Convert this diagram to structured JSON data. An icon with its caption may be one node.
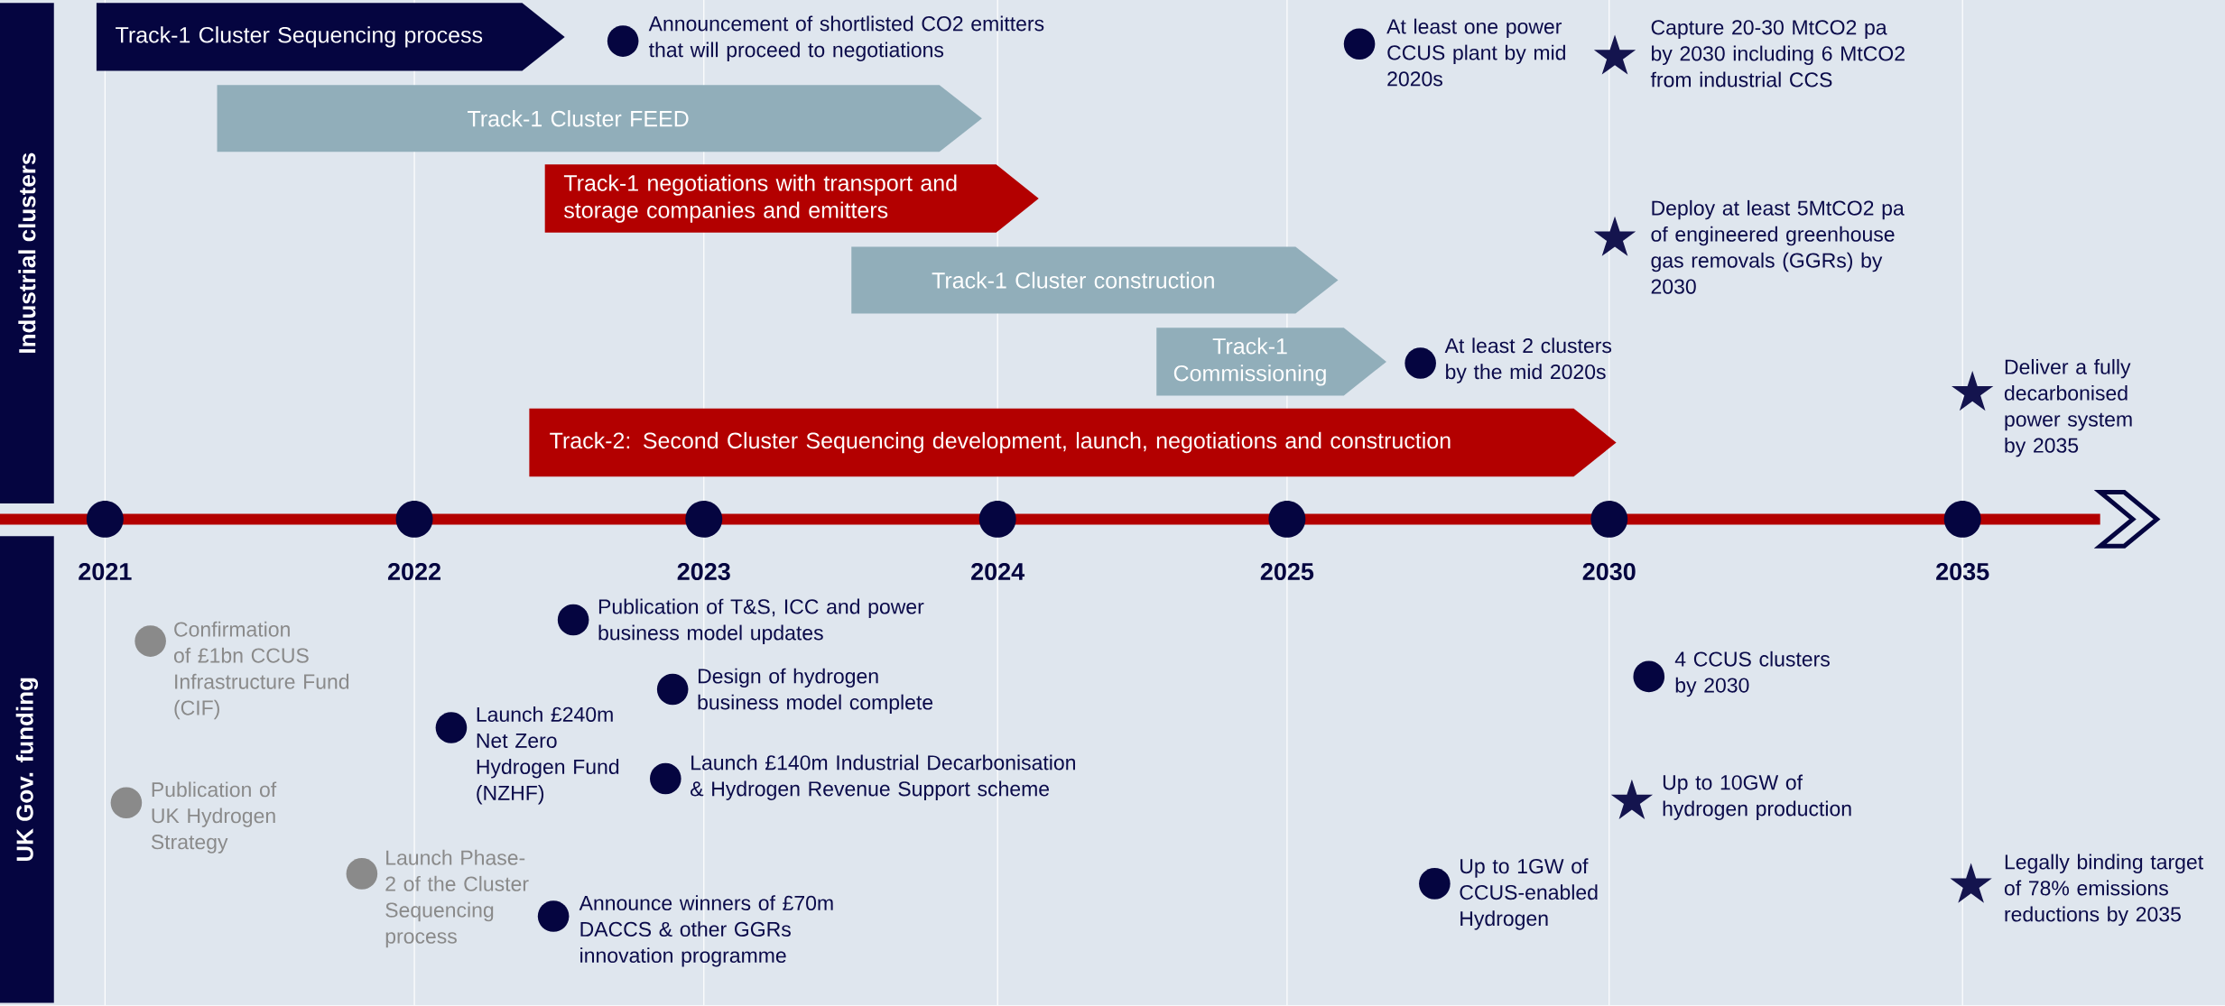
{
  "diagram": {
    "nodes": [
      {
        "text": [
          "Industrial clusters"
        ]
      },
      {
        "text": [
          "UK Gov. funding"
        ]
      },
      {
        "text": [
          "Track-1 Cluster Sequencing process"
        ]
      },
      {
        "text": [
          "Track-1 Cluster FEED"
        ]
      },
      {
        "text": [
          "Track-1 negotiations with transport and storage companies and emitters"
        ]
      },
      {
        "text": [
          "Track-1 Cluster construction"
        ]
      },
      {
        "text": [
          "Track-1 Commissioning"
        ]
      },
      {
        "text": [
          "Track-2: Second Cluster Sequencing development, launch, negotiations and construction"
        ]
      }
    ],
    "labels": [
      "Announcement of shortlisted CO2 emitters that will proceed to negotiations",
      "At least one power CCUS plant by mid 2020s",
      "Capture 20-30 MtCO2 pa by 2030 including 6 MtCO2 from industrial CCS",
      "Deploy at least 5MtCO2 pa of engineered greenhouse gas removals (GGRs) by 2030",
      "At least 2 clusters by the mid 2020s",
      "Deliver a fully decarbonised power system by 2035",
      "2021",
      "2022",
      "2023",
      "2024",
      "2025",
      "2030",
      "2035",
      "Publication of T&S, ICC and power business model updates",
      "Confirmation of £1bn CCUS Infrastructure Fund (CIF)",
      "Design of hydrogen business model complete",
      "4 CCUS clusters by 2030",
      "Launch £240m Net Zero Hydrogen Fund (NZHF)",
      "Launch £140m Industrial Decarbonisation & Hydrogen Revenue Support scheme",
      "Publication of UK Hydrogen Strategy",
      "Up to 10GW of hydrogen production",
      "Launch Phase-2 of the Cluster Sequencing process",
      "Announce winners of £70m DACCS & other GGRs innovation programme",
      "Up to 1GW of CCUS-enabled Hydrogen",
      "Legally binding target of 78% emissions reductions by 2035"
    ]
  }
}
